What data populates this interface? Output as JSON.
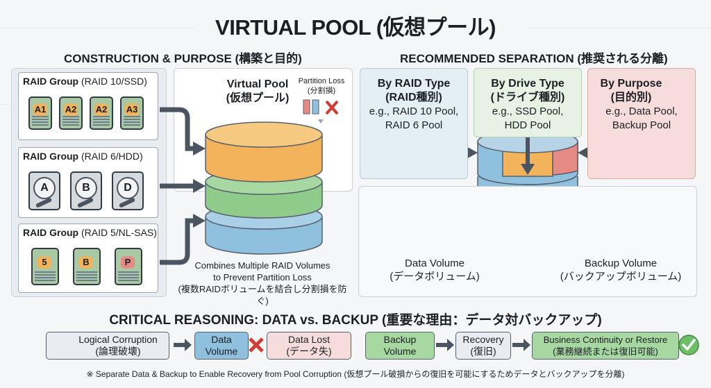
{
  "title": "VIRTUAL POOL (仮想プール)",
  "construction": {
    "heading": "CONSTRUCTION & PURPOSE (構築と目的)",
    "groups": [
      {
        "label_bold": "RAID Group",
        "label_rest": " (RAID 10/SSD)",
        "disks": [
          "A1",
          "A2",
          "A2",
          "A3"
        ]
      },
      {
        "label_bold": "RAID Group",
        "label_rest": " (RAID 6/HDD)",
        "disks": [
          "A",
          "B",
          "D"
        ]
      },
      {
        "label_bold": "RAID Group",
        "label_rest": " (RAID 5/NL-SAS)",
        "disks": [
          "5",
          "B",
          "P"
        ]
      }
    ],
    "pool_title": "Virtual Pool",
    "pool_subtitle": "(仮想プール)",
    "partition_loss": "Partition Loss",
    "partition_loss_jp": "(分割損)",
    "caption_line1": "Combines Multiple RAID Volumes",
    "caption_line2": "to Prevent Partition Loss",
    "caption_line3": "(複数RAIDボリュームを結合し分割損を防ぐ)"
  },
  "separation": {
    "heading": "RECOMMENDED SEPARATION (推奨される分離)",
    "cards": [
      {
        "title": "By RAID Type",
        "title_jp": "(RAID種別)",
        "line1": "e.g., RAID 10 Pool,",
        "line2": "RAID 6 Pool"
      },
      {
        "title": "By Drive Type",
        "title_jp": "(ドライブ種別)",
        "line1": "e.g., SSD Pool,",
        "line2": "HDD Pool"
      },
      {
        "title": "By Purpose",
        "title_jp": "(目的別)",
        "line1": "e.g., Data Pool,",
        "line2": "Backup Pool"
      }
    ],
    "data_volume": "Data Volume",
    "data_volume_jp": "(データボリューム)",
    "backup_volume": "Backup Volume",
    "backup_volume_jp": "(バックアップボリューム)"
  },
  "reasoning": {
    "heading": "CRITICAL REASONING: DATA vs. BACKUP (重要な理由：データ対バックアップ)",
    "flow1": [
      {
        "l1": "Logical Corruption",
        "l2": "(論理破壊)"
      },
      {
        "l1": "Data",
        "l2": "Volume"
      },
      {
        "l1": "Data Lost",
        "l2": "(データ失)"
      }
    ],
    "flow2": [
      {
        "l1": "Backup",
        "l2": "Volume"
      },
      {
        "l1": "Recovery",
        "l2": "(復旧)"
      },
      {
        "l1": "Business Continuity or Restore",
        "l2": "(業務継続または復旧可能)"
      }
    ],
    "footnote": "※ Separate Data & Backup to Enable Recovery from Pool Corruption (仮想プール破損からの復旧を可能にするためデータとバックアップを分離)"
  },
  "colors": {
    "orange": "#f2b35a",
    "green": "#8fcb8a",
    "blue": "#8fc0dd",
    "red": "#e58a84",
    "card_blue": "#e3eef5",
    "card_green": "#e6f2e3",
    "card_red": "#f6dcda"
  },
  "icons": [
    "ssd-drive-icon",
    "hdd-drive-icon",
    "warning-icon",
    "error-x-icon",
    "checkmark-icon",
    "arrow-icon"
  ]
}
